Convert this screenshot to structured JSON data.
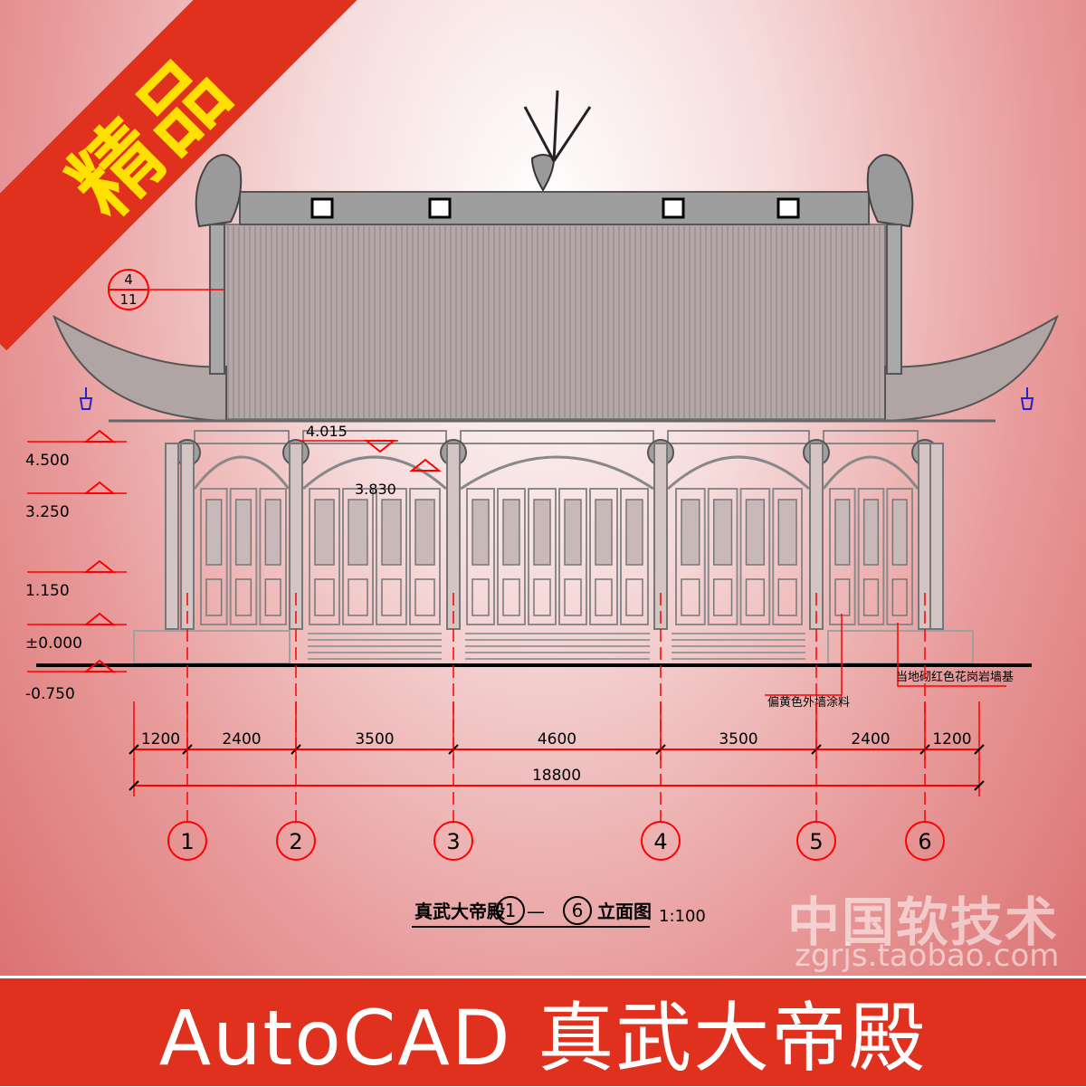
{
  "badge": {
    "text": "精品"
  },
  "banner": {
    "text": "AutoCAD 真武大帝殿"
  },
  "watermark": {
    "line1": "中国软技术",
    "line2": "zgrjs.taobao.com"
  },
  "drawing": {
    "title_prefix": "真武大帝殿",
    "title_from": "1",
    "title_dash": "—",
    "title_to": "6",
    "title_suffix": "立面图",
    "scale": "1:100",
    "detail_ref": {
      "top": "4",
      "bottom": "11"
    },
    "elevations": {
      "left": [
        "4.500",
        "3.250",
        "1.150",
        "±0.000",
        "-0.750"
      ],
      "inner": [
        "4.015",
        "3.830"
      ]
    },
    "dimensions": [
      "1200",
      "2400",
      "3500",
      "4600",
      "3500",
      "2400",
      "1200"
    ],
    "total_dimension": "18800",
    "axes": [
      "1",
      "2",
      "3",
      "4",
      "5",
      "6"
    ],
    "notes": [
      "偏黄色外墙涂料",
      "当地砌红色花岗岩墙基"
    ]
  },
  "colors": {
    "banner": "#e0301e",
    "badge_text": "#ffe000",
    "cad_red": "#ff0000",
    "cad_grey": "#8a8a8a",
    "cad_black": "#000000"
  }
}
